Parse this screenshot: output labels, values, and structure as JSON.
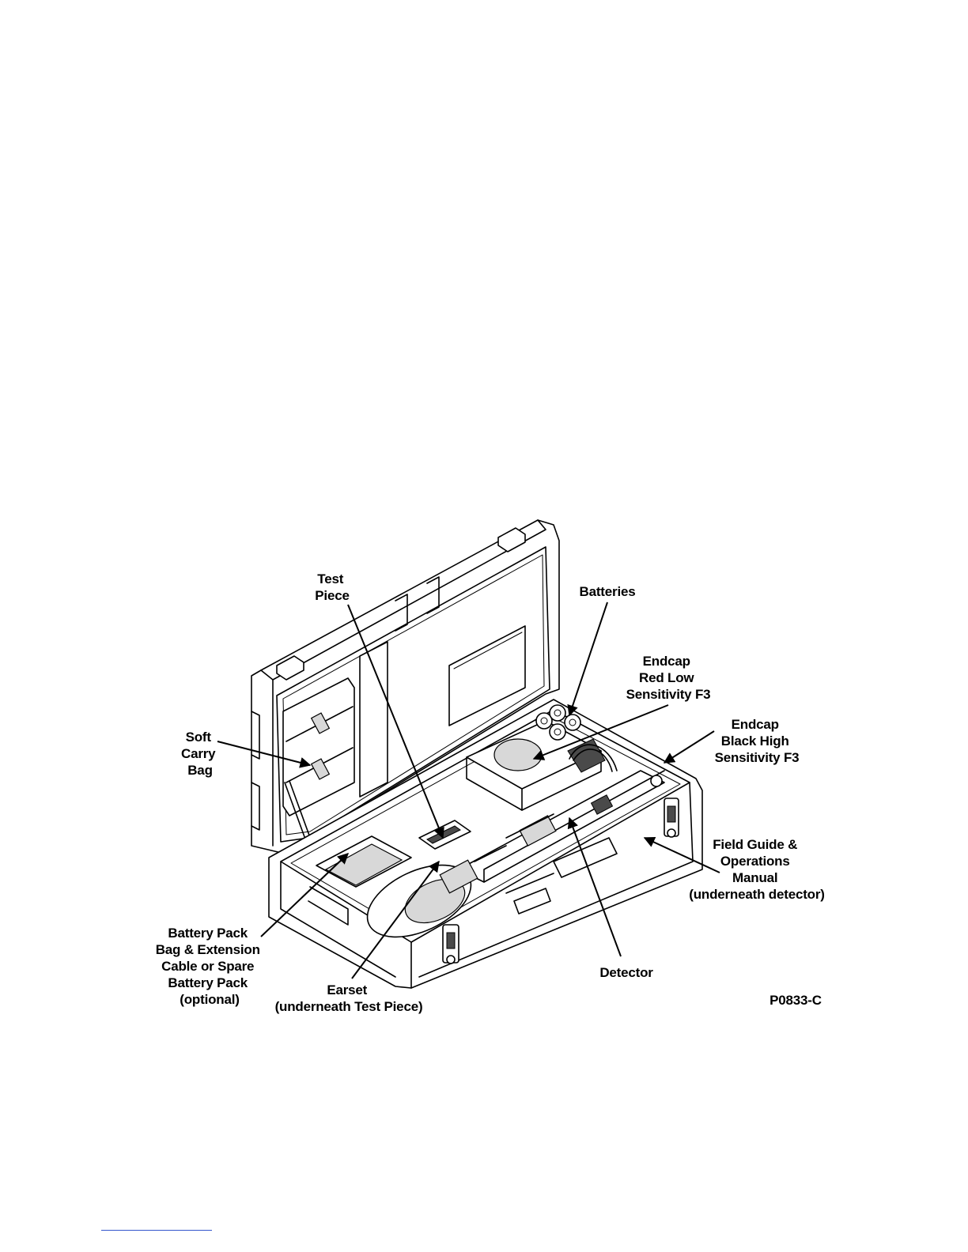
{
  "labels": {
    "test_piece": [
      "Test",
      "Piece"
    ],
    "batteries": [
      "Batteries"
    ],
    "endcap_red": [
      "Endcap",
      "Red Low",
      "Sensitivity F3"
    ],
    "endcap_black": [
      "Endcap",
      "Black High",
      "Sensitivity F3"
    ],
    "soft_carry_bag": [
      "Soft",
      "Carry",
      "Bag"
    ],
    "field_guide": [
      "Field Guide &",
      "Operations",
      "Manual",
      "(underneath detector)"
    ],
    "battery_pack": [
      "Battery Pack",
      "Bag & Extension",
      "Cable or Spare",
      "Battery Pack",
      "(optional)"
    ],
    "earset": [
      "Earset",
      "(underneath Test Piece)"
    ],
    "detector": [
      "Detector"
    ],
    "figure_id": [
      "P0833-C"
    ]
  }
}
